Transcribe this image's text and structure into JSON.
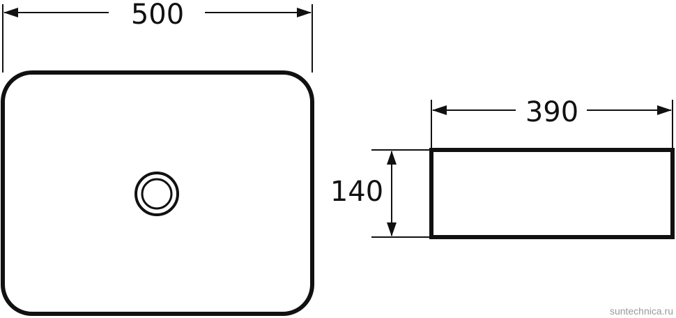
{
  "dimensions": {
    "top_width": "500",
    "side_width": "390",
    "side_height": "140"
  },
  "watermark": "suntechnica.ru",
  "colors": {
    "line": "#111111",
    "background": "#ffffff",
    "watermark": "#9a9a9a"
  }
}
